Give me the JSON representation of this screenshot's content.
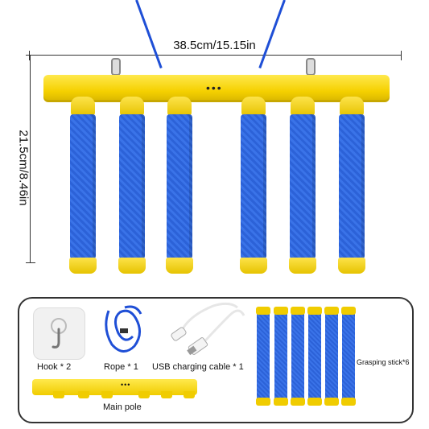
{
  "dimensions": {
    "width_label": "38.5cm/15.15in",
    "height_label": "21.5cm/8.46in"
  },
  "main_pole": {
    "indicator": "•••"
  },
  "accessories": {
    "hook_label": "Hook * 2",
    "rope_label": "Rope * 1",
    "usb_label": "USB charging cable * 1",
    "sticks_label": "Grasping stick*6",
    "pole_label": "Main pole",
    "mini_pole_indicator": "•••"
  },
  "colors": {
    "pole_yellow": "#f5d000",
    "stick_blue": "#2c62d8",
    "rope_blue": "#1f4fd6"
  }
}
